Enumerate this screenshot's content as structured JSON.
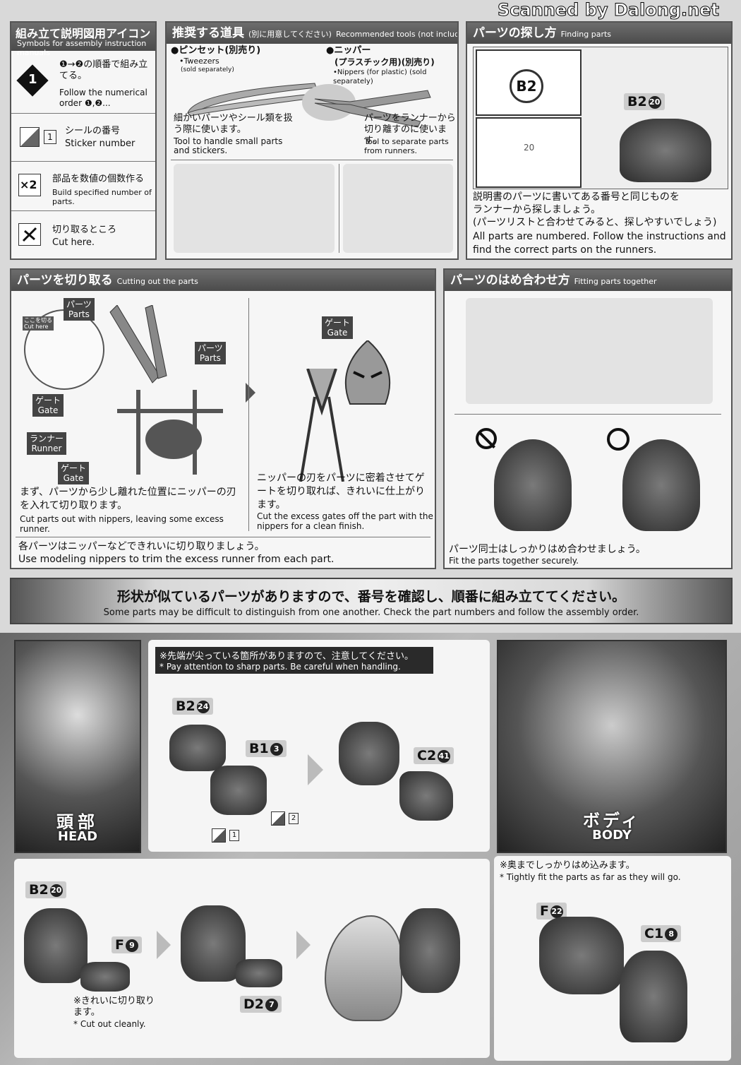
{
  "watermark": "Scanned by Dalong.net",
  "icons_panel": {
    "title": "組み立て説明図用アイコン",
    "subtitle": "Symbols for assembly instruction manuals",
    "rows": [
      {
        "icon": "step-number-icon",
        "badge": "1",
        "ja": "❶→❷の順番で組み立てる。",
        "en": "Follow the numerical order ❶,❷..."
      },
      {
        "icon": "sticker-icon",
        "badge": "1",
        "ja": "シールの番号",
        "en": "Sticker number"
      },
      {
        "icon": "multiply-icon",
        "badge": "×2",
        "ja": "部品を数値の個数作る",
        "en": "Build specified number of parts."
      },
      {
        "icon": "cut-here-icon",
        "badge": "",
        "ja": "切り取るところ",
        "en": "Cut here."
      }
    ]
  },
  "tools_panel": {
    "title": "推奨する道具",
    "title_note": "(別に用意してください)",
    "title_en": "Recommended tools (not included)",
    "tweezers": {
      "name": "●ピンセット(別売り)",
      "en": "•Tweezers",
      "sold": "(sold separately)",
      "desc_ja": "細かいパーツやシール類を扱う際に使います。",
      "desc_en": "Tool to handle small parts and stickers."
    },
    "nippers": {
      "name": "●ニッパー",
      "name2": "(プラスチック用)(別売り)",
      "en": "•Nippers (for plastic) (sold separately)",
      "desc_ja": "パーツをランナーから切り離すのに使います。",
      "desc_en": "Tool to separate parts from runners."
    }
  },
  "finding_panel": {
    "title": "パーツの探し方",
    "title_en": "Finding parts",
    "runner_label": "B2",
    "runner_num": "20",
    "part_label": "B2",
    "part_num": "20",
    "desc_ja1": "説明書のパーツに書いてある番号と同じものを",
    "desc_ja2": "ランナーから探しましょう。",
    "desc_ja3": "(パーツリストと合わせてみると、探しやすいでしょう)",
    "desc_en": "All parts are numbered. Follow the instructions and find the correct parts on the runners."
  },
  "cutting_panel": {
    "title": "パーツを切り取る",
    "title_en": "Cutting out the parts",
    "cut_here_ja": "ここを切る",
    "cut_here_en": "Cut here",
    "labels": [
      {
        "ja": "パーツ",
        "en": "Parts"
      },
      {
        "ja": "パーツ",
        "en": "Parts"
      },
      {
        "ja": "ゲート",
        "en": "Gate"
      },
      {
        "ja": "ランナー",
        "en": "Runner"
      },
      {
        "ja": "ゲート",
        "en": "Gate"
      },
      {
        "ja": "ゲート",
        "en": "Gate"
      }
    ],
    "left_ja": "まず、パーツから少し離れた位置にニッパーの刃を入れて切り取ります。",
    "left_en": "Cut parts out with nippers, leaving some excess runner.",
    "right_ja": "ニッパーの刃をパーツに密着させてゲートを切り取れば、きれいに仕上がります。",
    "right_en": "Cut the excess gates off the part with the nippers for a clean finish.",
    "footer_ja": "各パーツはニッパーなどできれいに切り取りましょう。",
    "footer_en": "Use modeling nippers to trim the excess runner from each part."
  },
  "fitting_panel": {
    "title": "パーツのはめ合わせ方",
    "title_en": "Fitting parts together",
    "footer_ja": "パーツ同士はしっかりはめ合わせましょう。",
    "footer_en": "Fit the parts together securely."
  },
  "banner": {
    "ja": "形状が似ているパーツがありますので、番号を確認し、順番に組み立ててください。",
    "en": "Some parts may be difficult to distinguish from one another. Check the part numbers and follow the assembly order."
  },
  "head_section": {
    "title_ja": "頭部",
    "title_en": "HEAD"
  },
  "body_section": {
    "title_ja": "ボディ",
    "title_en": "BODY"
  },
  "warning": {
    "ja": "※先端が尖っている箇所がありますので、注意してください。",
    "en": "* Pay attention to sharp parts. Be careful when handling."
  },
  "steps": {
    "b2_24": {
      "label": "B2",
      "num": "24"
    },
    "b1_3": {
      "label": "B1",
      "num": "3"
    },
    "c2_41": {
      "label": "C2",
      "num": "41"
    },
    "sticker1": "1",
    "sticker2": "2",
    "b2_20": {
      "label": "B2",
      "num": "20"
    },
    "f_9": {
      "label": "F",
      "num": "9"
    },
    "d2_7": {
      "label": "D2",
      "num": "7"
    },
    "cut_note_ja": "※きれいに切り取ります。",
    "cut_note_en": "* Cut out cleanly.",
    "f_22": {
      "label": "F",
      "num": "22"
    },
    "c1_8": {
      "label": "C1",
      "num": "8"
    },
    "fit_note_ja": "※奥までしっかりはめ込みます。",
    "fit_note_en": "* Tightly fit the parts as far as they will go."
  }
}
